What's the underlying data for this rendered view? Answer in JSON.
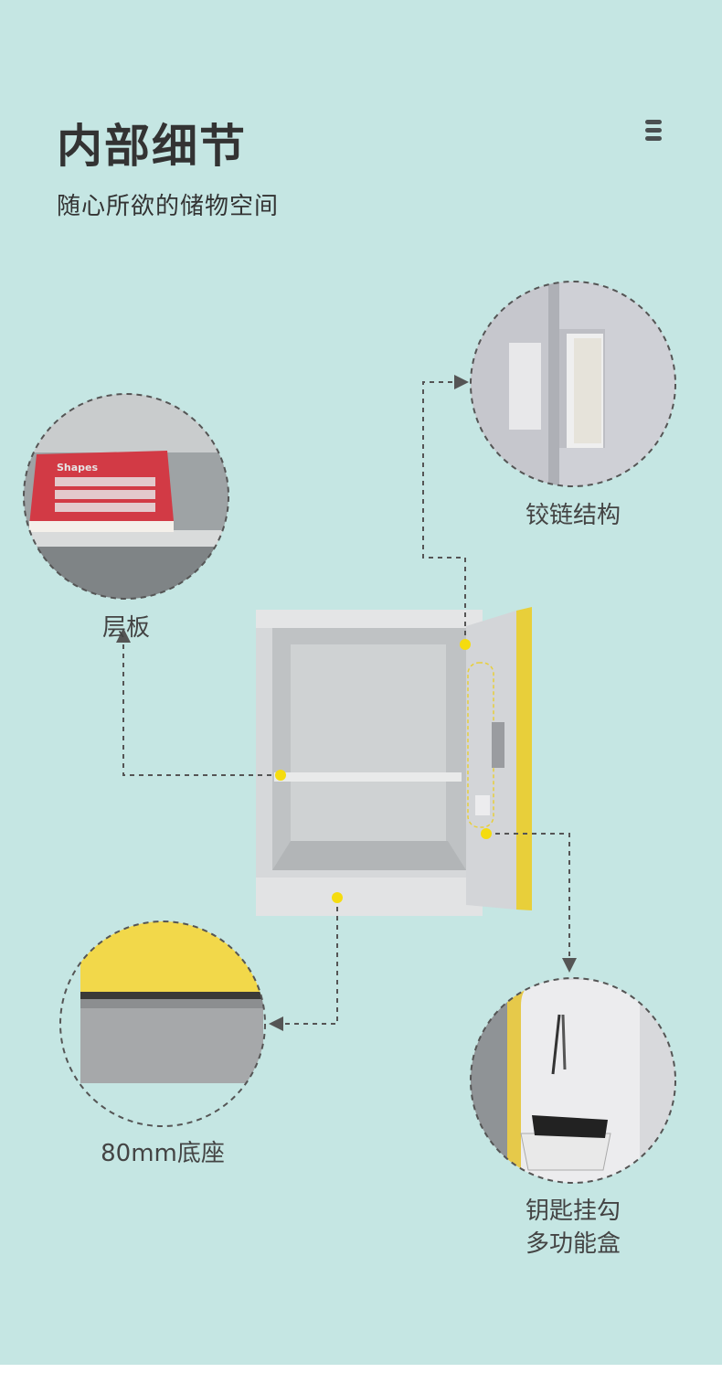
{
  "header": {
    "title": "内部细节",
    "subtitle": "随心所欲的储物空间",
    "menu_icon": "menu-icon"
  },
  "callouts": {
    "shelf": "层板",
    "hinge": "铰链结构",
    "base": "80mm底座",
    "key_box_line1": "钥匙挂勾",
    "key_box_line2": "多功能盒"
  },
  "book_title": "Shapes",
  "colors": {
    "background": "#c5e6e3",
    "accent_yellow": "#f2d81e",
    "door_yellow": "#e8cf3a",
    "book_red": "#d23a45"
  }
}
